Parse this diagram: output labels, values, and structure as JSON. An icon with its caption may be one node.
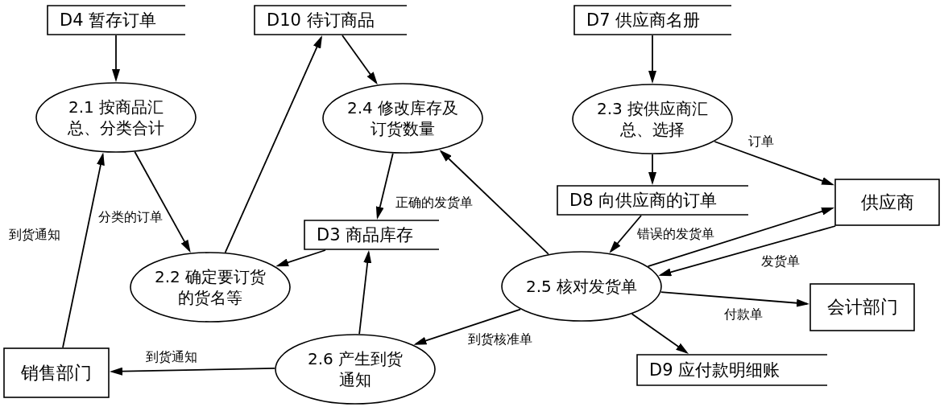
{
  "diagram": {
    "nodes": [
      {
        "text": [
          "D4 暂存订单"
        ]
      },
      {
        "text": [
          "D10 待订商品"
        ]
      },
      {
        "text": [
          "D7 供应商名册"
        ]
      },
      {
        "text": [
          "2.1 按商品汇总、分类合计"
        ]
      },
      {
        "text": [
          "2.4 修改库存及订货数量"
        ]
      },
      {
        "text": [
          "2.3 按供应商汇总、选择"
        ]
      },
      {
        "text": [
          "供应商"
        ]
      },
      {
        "text": [
          "D8 向供应商的订单"
        ]
      },
      {
        "text": [
          "D3 商品库存"
        ]
      },
      {
        "text": [
          "2.2 确定要订货的货名等"
        ]
      },
      {
        "text": [
          "2.5 核对发货单"
        ]
      },
      {
        "text": [
          "会计部门"
        ]
      },
      {
        "text": [
          "2.6 产生到货通知"
        ]
      },
      {
        "text": [
          "销售部门"
        ]
      },
      {
        "text": [
          "D9 应付款明细账"
        ]
      }
    ],
    "edges": [
      {
        "from": 0,
        "to": 3,
        "arrow": "to"
      },
      {
        "from": 3,
        "to": 9,
        "arrow": "to",
        "label": "分类的订单"
      },
      {
        "from": 9,
        "to": 1,
        "arrow": "to"
      },
      {
        "from": 1,
        "to": 4,
        "arrow": "to"
      },
      {
        "from": 4,
        "to": 8,
        "arrow": "to"
      },
      {
        "from": 8,
        "to": 9,
        "arrow": "to"
      },
      {
        "from": 2,
        "to": 5,
        "arrow": "to"
      },
      {
        "from": 5,
        "to": 7,
        "arrow": "to"
      },
      {
        "from": 5,
        "to": 6,
        "arrow": "to",
        "label": "订单"
      },
      {
        "from": 10,
        "to": 4,
        "arrow": "to",
        "label": "正确的发货单"
      },
      {
        "from": 7,
        "to": 10,
        "arrow": "to"
      },
      {
        "from": 10,
        "to": 6,
        "arrow": "to",
        "label": "错误的发货单"
      },
      {
        "from": 6,
        "to": 10,
        "arrow": "to",
        "label": "发货单"
      },
      {
        "from": 10,
        "to": 11,
        "arrow": "to",
        "label": "付款单"
      },
      {
        "from": 10,
        "to": 14,
        "arrow": "to"
      },
      {
        "from": 10,
        "to": 12,
        "arrow": "to",
        "label": "到货核准单"
      },
      {
        "from": 12,
        "to": 8,
        "arrow": "to"
      },
      {
        "from": 12,
        "to": 13,
        "arrow": "to",
        "label": "到货通知"
      },
      {
        "from": 13,
        "to": 3,
        "arrow": "to",
        "label": "到货通知"
      }
    ]
  }
}
